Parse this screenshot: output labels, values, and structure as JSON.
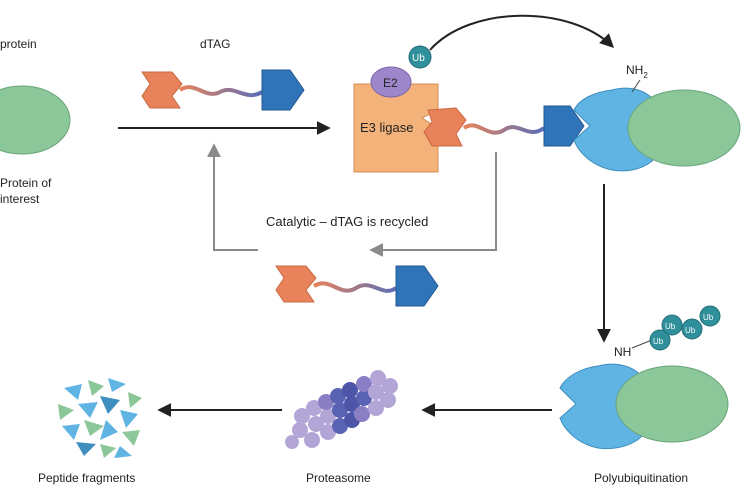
{
  "labels": {
    "protein": "protein",
    "protein_of": "Protein of",
    "interest": "interest",
    "dtag": "dTAG",
    "e2": "E2",
    "ub": "Ub",
    "e3_ligase": "E3 ligase",
    "nh2_base": "NH",
    "nh2_sub": "2",
    "catalytic": "Catalytic – dTAG is recycled",
    "nh": "NH",
    "polyubiquitination": "Polyubiquitination",
    "proteasome": "Proteasome",
    "peptide_fragments": "Peptide fragments"
  },
  "colors": {
    "green": "#8cc79a",
    "blue": "#2f73b8",
    "light_blue": "#5fb4e3",
    "orange": "#e8825a",
    "e3_box": "#f2b27a",
    "e2_purple": "#9d86c9",
    "ub_teal": "#2f8f9a",
    "arrow_dark": "#222222",
    "arrow_gray": "#8a8a8a",
    "proteasome_light": "#b3a6d6",
    "proteasome_dark": "#4c55a8"
  },
  "icons": [
    "dtag-molecule",
    "e2-enzyme",
    "ub-bubble",
    "e3-ligase-box",
    "fkbp-tag",
    "proteasome-barrel",
    "peptide-fragments"
  ]
}
